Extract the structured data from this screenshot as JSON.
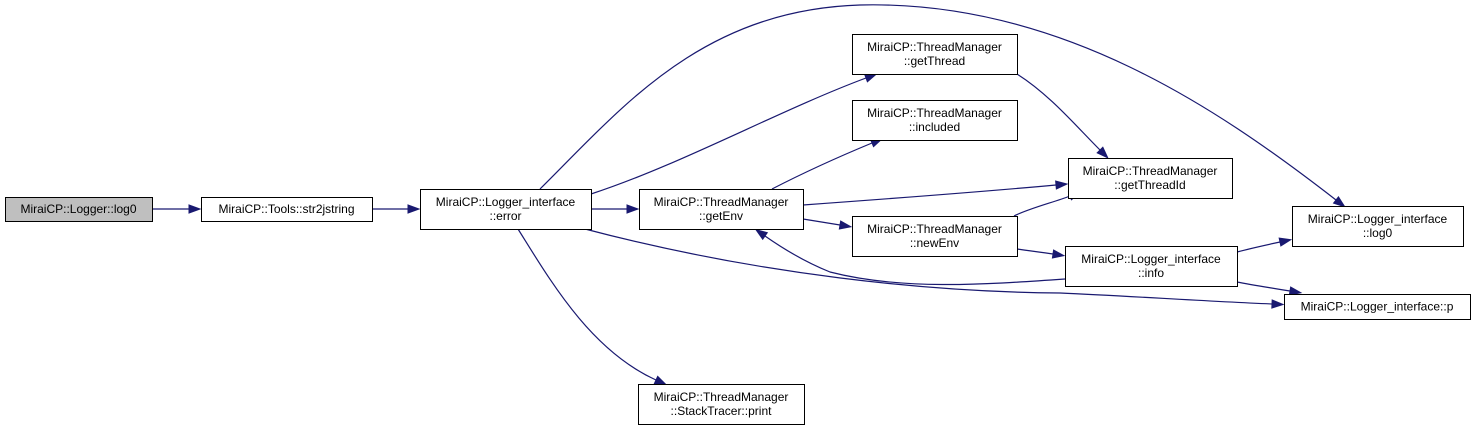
{
  "graph": {
    "nodes": [
      {
        "id": "logger_log0",
        "lines": [
          "MiraiCP::Logger::log0"
        ],
        "current": true
      },
      {
        "id": "tools_str2jstring",
        "lines": [
          "MiraiCP::Tools::str2jstring"
        ]
      },
      {
        "id": "logger_interface_error",
        "lines": [
          "MiraiCP::Logger_interface",
          "::error"
        ]
      },
      {
        "id": "threadmanager_getenv",
        "lines": [
          "MiraiCP::ThreadManager",
          "::getEnv"
        ]
      },
      {
        "id": "threadmanager_getthread",
        "lines": [
          "MiraiCP::ThreadManager",
          "::getThread"
        ]
      },
      {
        "id": "threadmanager_included",
        "lines": [
          "MiraiCP::ThreadManager",
          "::included"
        ]
      },
      {
        "id": "threadmanager_newenv",
        "lines": [
          "MiraiCP::ThreadManager",
          "::newEnv"
        ]
      },
      {
        "id": "threadmanager_getthreadid",
        "lines": [
          "MiraiCP::ThreadManager",
          "::getThreadId"
        ]
      },
      {
        "id": "logger_interface_info",
        "lines": [
          "MiraiCP::Logger_interface",
          "::info"
        ]
      },
      {
        "id": "logger_interface_log0",
        "lines": [
          "MiraiCP::Logger_interface",
          "::log0"
        ]
      },
      {
        "id": "logger_interface_p",
        "lines": [
          "MiraiCP::Logger_interface::p"
        ]
      },
      {
        "id": "stacktracer_print",
        "lines": [
          "MiraiCP::ThreadManager",
          "::StackTracer::print"
        ]
      }
    ],
    "edges": [
      {
        "from": "logger_log0",
        "to": "tools_str2jstring"
      },
      {
        "from": "tools_str2jstring",
        "to": "logger_interface_error"
      },
      {
        "from": "logger_interface_error",
        "to": "threadmanager_getenv"
      },
      {
        "from": "logger_interface_error",
        "to": "threadmanager_getthread"
      },
      {
        "from": "logger_interface_error",
        "to": "logger_interface_log0"
      },
      {
        "from": "logger_interface_error",
        "to": "logger_interface_p"
      },
      {
        "from": "logger_interface_error",
        "to": "stacktracer_print"
      },
      {
        "from": "threadmanager_getenv",
        "to": "threadmanager_included"
      },
      {
        "from": "threadmanager_getenv",
        "to": "threadmanager_getthreadid"
      },
      {
        "from": "threadmanager_getenv",
        "to": "threadmanager_newenv"
      },
      {
        "from": "threadmanager_getthread",
        "to": "threadmanager_getthreadid"
      },
      {
        "from": "threadmanager_newenv",
        "to": "threadmanager_getthreadid"
      },
      {
        "from": "threadmanager_newenv",
        "to": "logger_interface_info"
      },
      {
        "from": "logger_interface_info",
        "to": "threadmanager_getenv"
      },
      {
        "from": "logger_interface_info",
        "to": "logger_interface_log0"
      },
      {
        "from": "logger_interface_info",
        "to": "logger_interface_p"
      }
    ],
    "colors": {
      "edge": "#191970",
      "node_fill": "#ffffff",
      "node_current_fill": "#bfbfbf",
      "node_border": "#000000"
    }
  }
}
